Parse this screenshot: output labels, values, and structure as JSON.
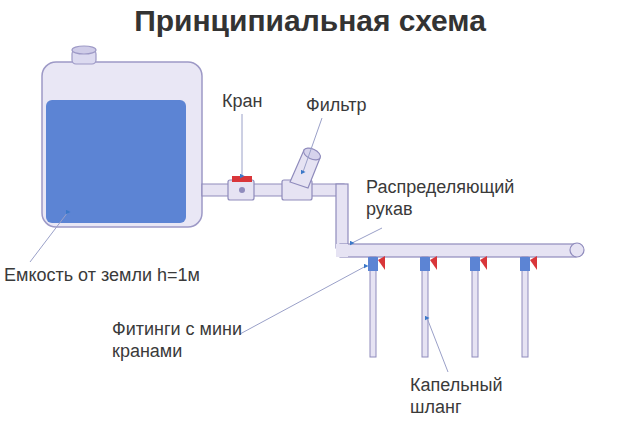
{
  "diagram": {
    "title": "Принципиальная схема",
    "labels": [
      "Кран",
      "Фильтр",
      "Распределяющий рукав",
      "Емкость от земли h=1м",
      "Фитинги с мини кранами",
      "Капельный шланг"
    ]
  }
}
